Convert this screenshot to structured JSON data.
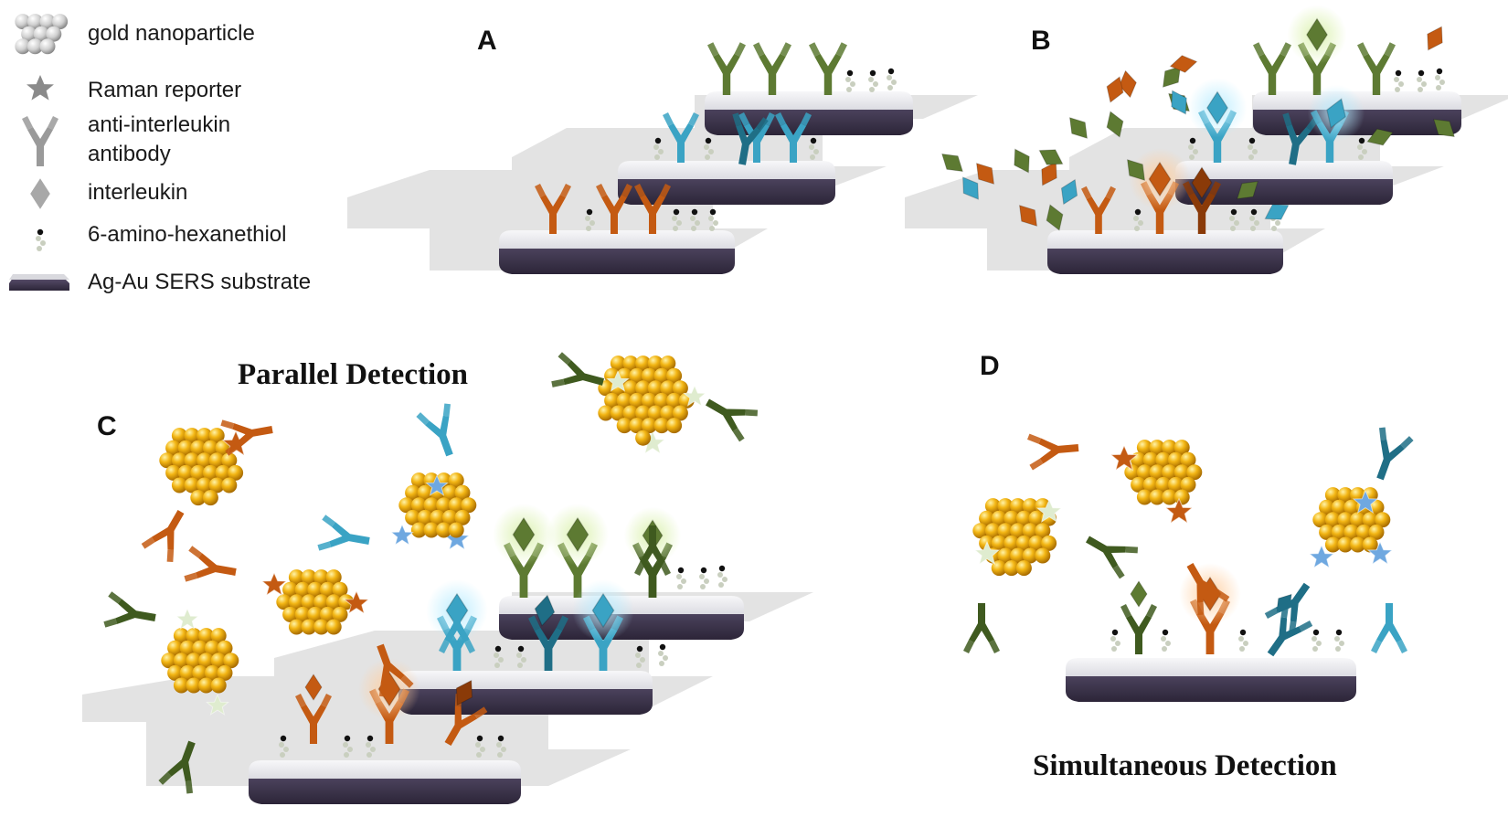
{
  "legend": {
    "items": [
      {
        "key": "gold_nanoparticle",
        "label": "gold nanoparticle",
        "icon": "gold-nanoparticle-icon"
      },
      {
        "key": "raman_reporter",
        "label": "Raman reporter",
        "icon": "star-icon"
      },
      {
        "key": "antibody",
        "label_line1": "anti-interleukin",
        "label_line2": "antibody",
        "icon": "antibody-icon"
      },
      {
        "key": "interleukin",
        "label": "interleukin",
        "icon": "diamond-icon"
      },
      {
        "key": "linker",
        "label": "6-amino-hexanethiol",
        "icon": "linker-icon"
      },
      {
        "key": "substrate",
        "label": "Ag-Au SERS substrate",
        "icon": "substrate-icon"
      }
    ]
  },
  "panels": {
    "a": {
      "letter": "A"
    },
    "b": {
      "letter": "B"
    },
    "c": {
      "letter": "C",
      "caption": "Parallel Detection"
    },
    "d": {
      "letter": "D",
      "caption": "Simultaneous Detection"
    }
  },
  "colors": {
    "green": "#5d7a32",
    "green_dark": "#3f5a1f",
    "blue": "#3aa3c4",
    "blue_dark": "#1f6e86",
    "orange": "#c45a12",
    "orange_dark": "#8a3a08",
    "gold": "#f2b313",
    "substrate_top": "#e9e9ec",
    "substrate_side": "#3d3550",
    "platform": "#dedede",
    "grey": "#9a9a9a"
  }
}
